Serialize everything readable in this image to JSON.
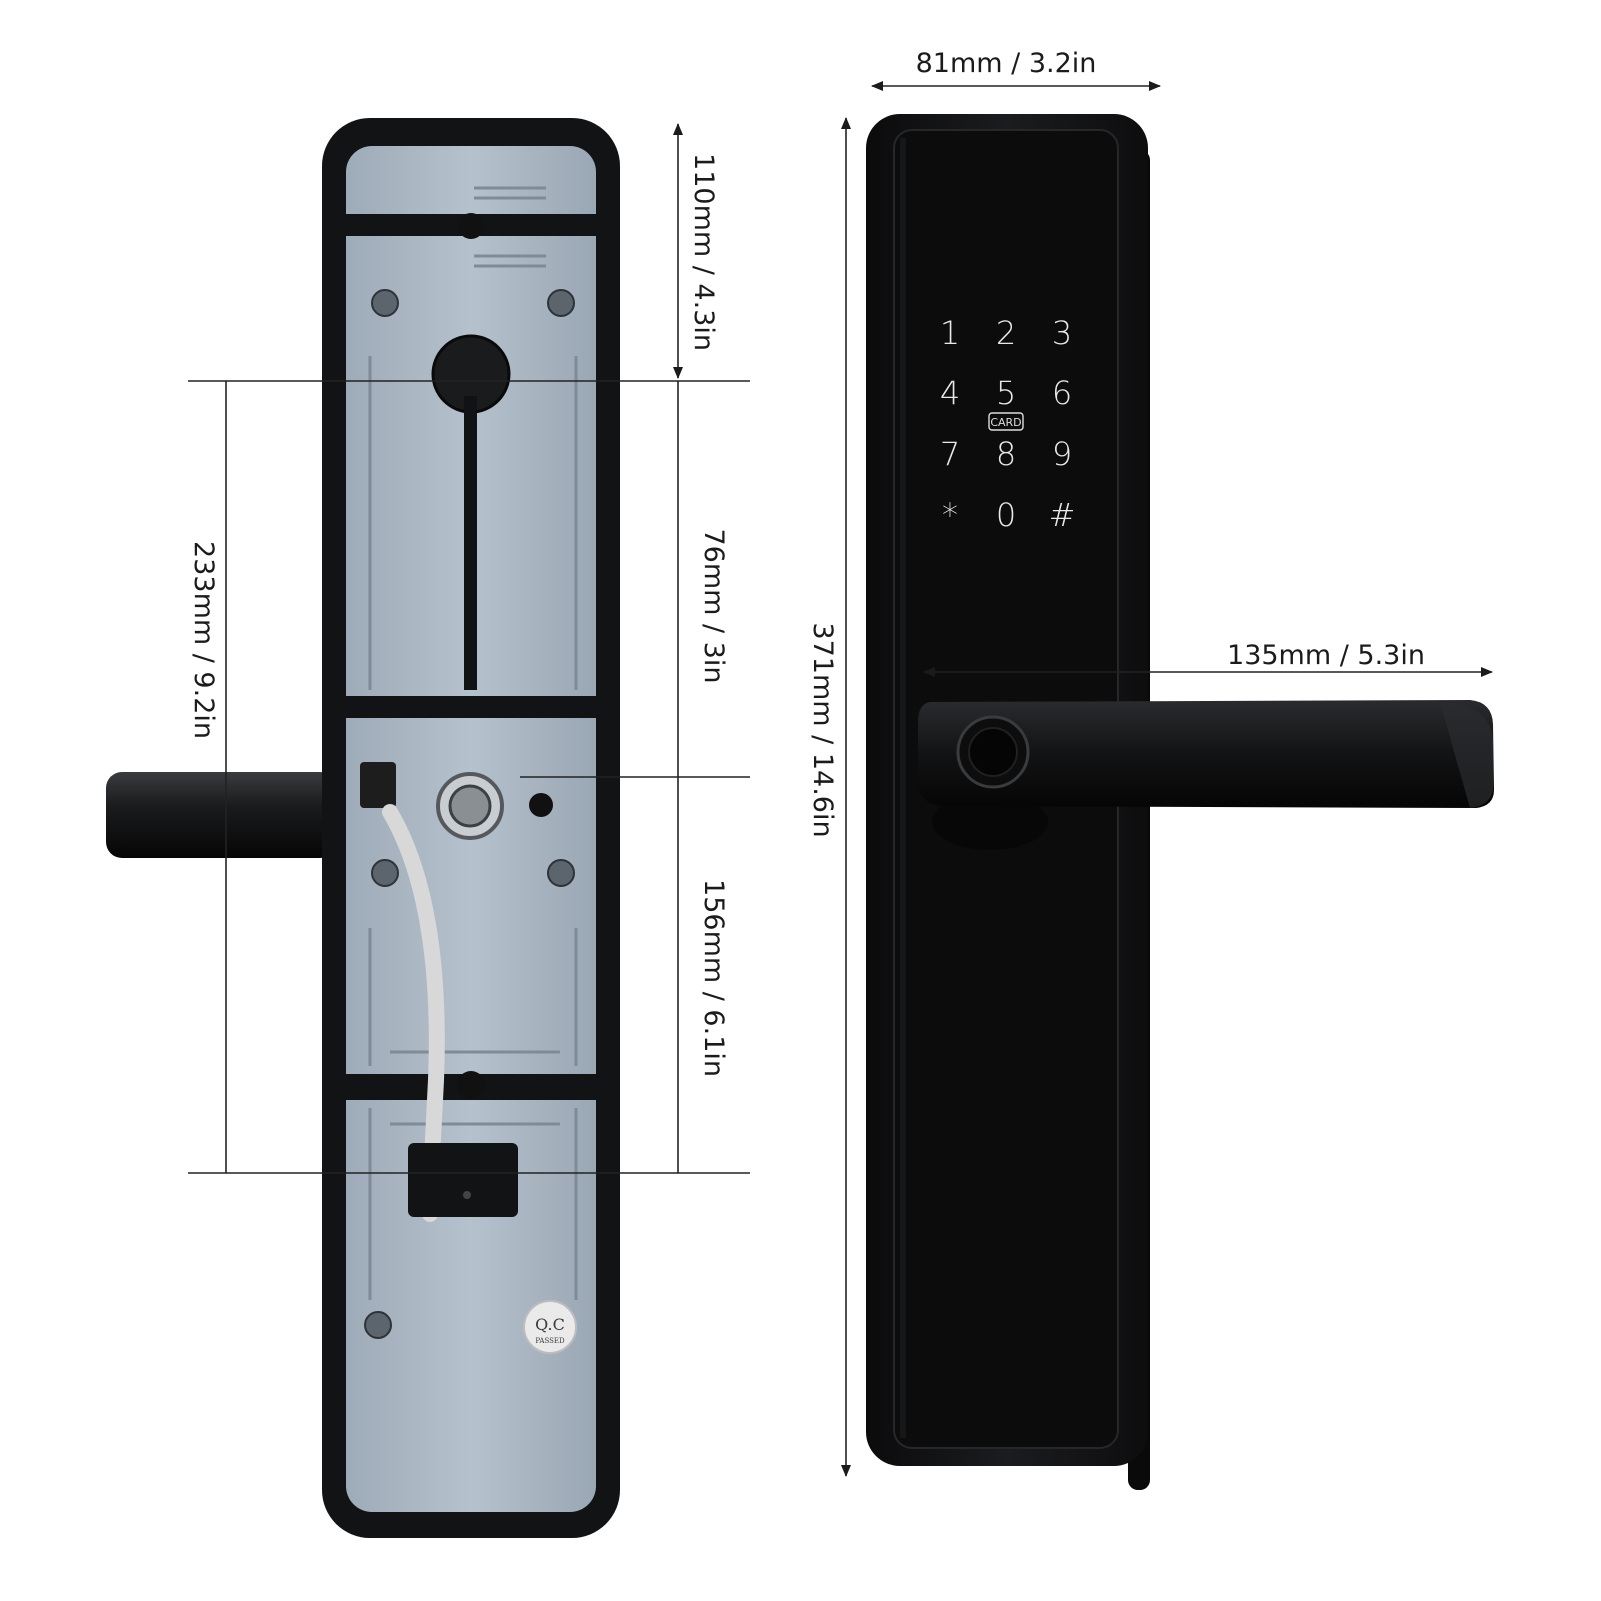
{
  "dimensions": {
    "back_top": "110mm / 4.3in",
    "back_total": "233mm / 9.2in",
    "back_mid": "76mm / 3in",
    "back_bottom": "156mm / 6.1in",
    "front_width": "81mm / 3.2in",
    "front_height": "371mm / 14.6in",
    "handle_length": "135mm / 5.3in"
  },
  "keypad": {
    "keys": [
      "1",
      "2",
      "3",
      "4",
      "5",
      "6",
      "7",
      "8",
      "9",
      "*",
      "0",
      "#"
    ],
    "card_label": "CARD"
  },
  "sticker": {
    "line1": "Q.C",
    "line2": "PASSED"
  },
  "colors": {
    "body": "#111214",
    "plate": "#aab6c2",
    "line": "#222222"
  }
}
